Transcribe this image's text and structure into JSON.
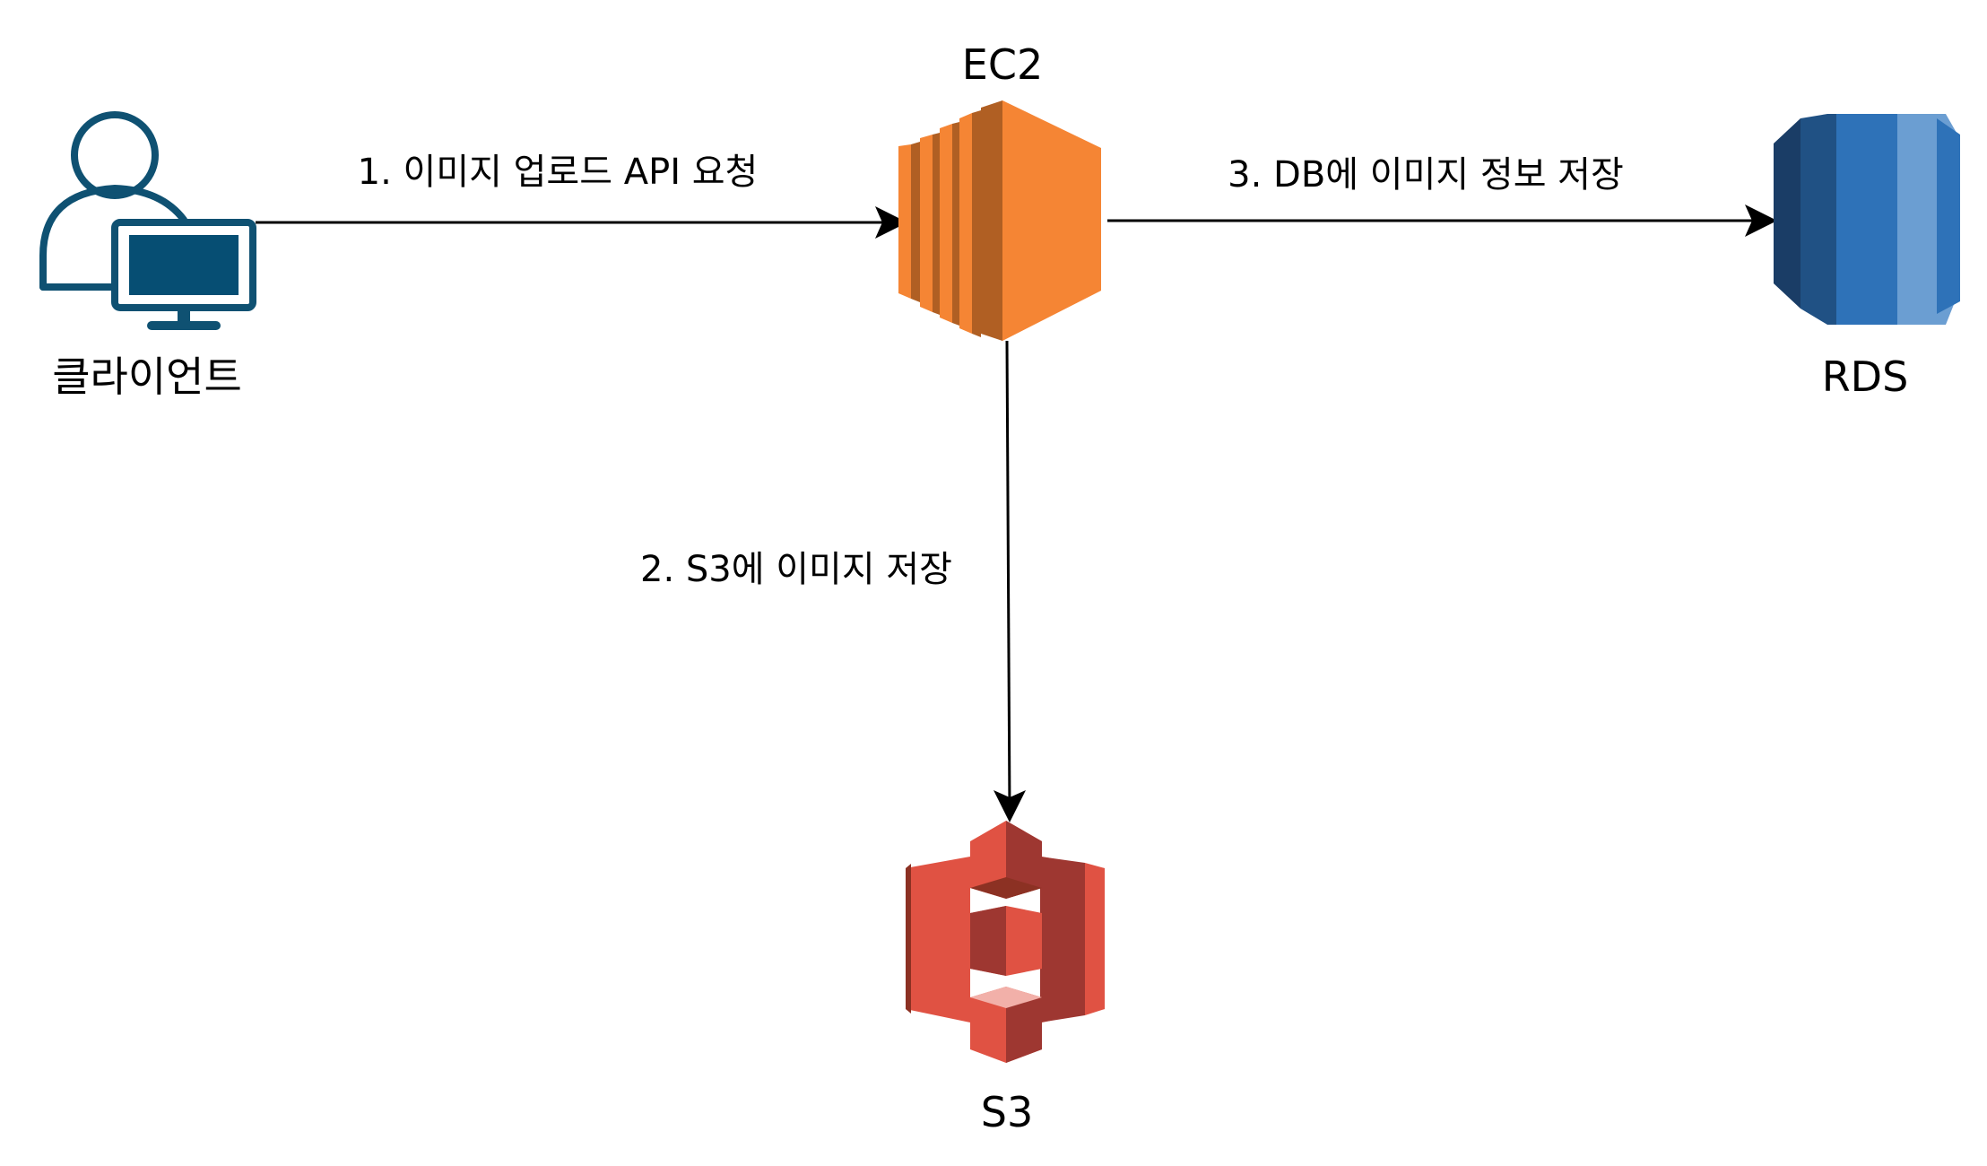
{
  "nodes": {
    "client": {
      "label": "클라이언트",
      "icon": "user-computer-icon"
    },
    "ec2": {
      "label": "EC2",
      "icon": "ec2-instance-icon"
    },
    "rds": {
      "label": "RDS",
      "icon": "rds-database-icon"
    },
    "s3": {
      "label": "S3",
      "icon": "s3-bucket-icon"
    }
  },
  "edges": {
    "upload": {
      "from": "client",
      "to": "ec2",
      "label": "1. 이미지 업로드 API 요청"
    },
    "store_s3": {
      "from": "ec2",
      "to": "s3",
      "label": "2. S3에 이미지 저장"
    },
    "store_db": {
      "from": "ec2",
      "to": "rds",
      "label": "3. DB에 이미지 정보 저장"
    }
  },
  "colors": {
    "client_icon": "#0f5172",
    "client_screen": "#064e73",
    "ec2_light": "#f58534",
    "ec2_dark": "#b05f23",
    "rds_dark": "#1a3d66",
    "rds_mid": "#205184",
    "rds_main": "#2e72b8",
    "rds_light": "#6b9ed2",
    "s3_light": "#e05243",
    "s3_dark": "#8c3123",
    "s3_mid": "#9e3731",
    "s3_highlight": "#f2b0a9",
    "arrow": "#000000"
  }
}
